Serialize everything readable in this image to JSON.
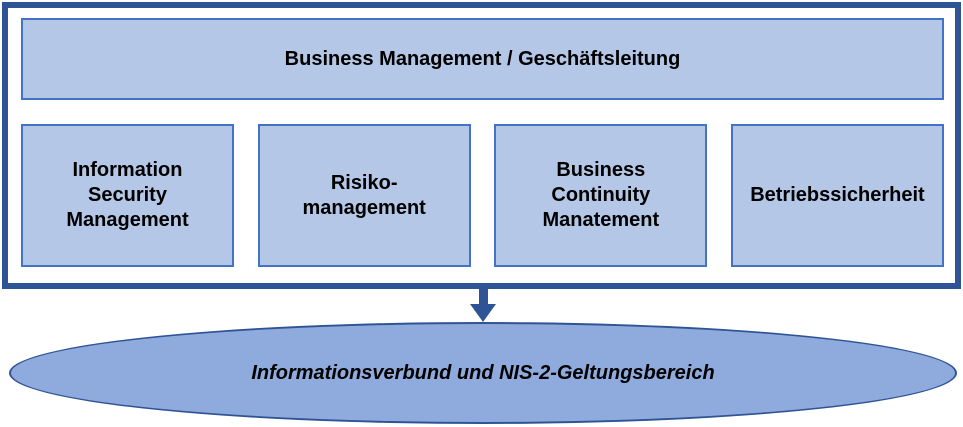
{
  "diagram": {
    "banner": {
      "label": "Business Management / Geschäftsleitung"
    },
    "boxes": [
      {
        "lines": [
          "Information",
          "Security",
          "Management"
        ]
      },
      {
        "lines": [
          "Risiko-",
          "management"
        ]
      },
      {
        "lines": [
          "Business",
          "Continuity",
          "Manatement"
        ]
      },
      {
        "lines": [
          "Betriebssicherheit"
        ]
      }
    ],
    "arrow": {
      "icon": "down-arrow-icon"
    },
    "ellipse": {
      "label": "Informationsverbund und NIS-2-Geltungsbereich"
    },
    "colors": {
      "frame_border": "#2F5496",
      "box_fill": "#B4C7E7",
      "box_border": "#4472C4",
      "ellipse_fill": "#8FAADC",
      "arrow": "#2F5496",
      "text": "#000000"
    }
  }
}
